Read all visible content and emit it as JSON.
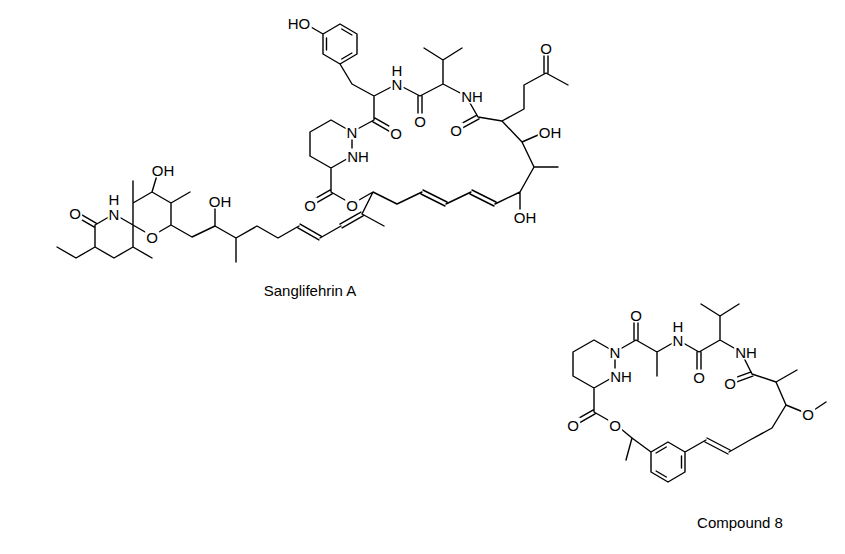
{
  "diagram": {
    "labels": [
      "HO",
      "O",
      "H",
      "N",
      "NH",
      "O",
      "N",
      "O",
      "O",
      "OH",
      "NH",
      "OH",
      "H",
      "OH",
      "O",
      "O",
      "N",
      "O",
      "OH",
      "O",
      "Sanglifehrin A",
      "O",
      "H",
      "N",
      "N",
      "NH",
      "NH",
      "O",
      "O",
      "O",
      "O",
      "O",
      "Compound 8"
    ]
  }
}
